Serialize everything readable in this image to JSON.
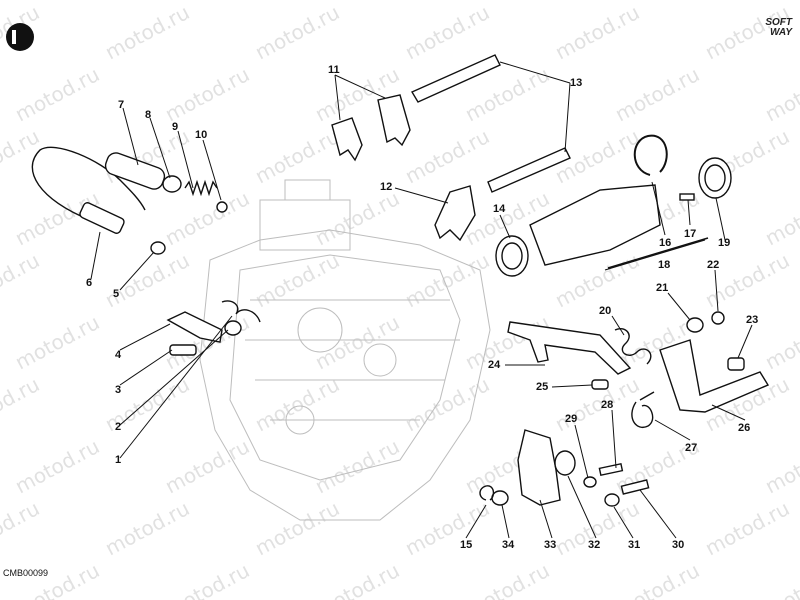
{
  "watermark": "motod.ru",
  "diagram_code": "CMB00099",
  "brand": {
    "line1": "SOFT",
    "line2": "WAY"
  },
  "callouts": [
    "1",
    "2",
    "3",
    "4",
    "5",
    "6",
    "7",
    "8",
    "9",
    "10",
    "11",
    "12",
    "13",
    "14",
    "15",
    "16",
    "17",
    "18",
    "19",
    "20",
    "21",
    "22",
    "23",
    "24",
    "25",
    "26",
    "27",
    "28",
    "29",
    "30",
    "31",
    "32",
    "33",
    "34"
  ]
}
